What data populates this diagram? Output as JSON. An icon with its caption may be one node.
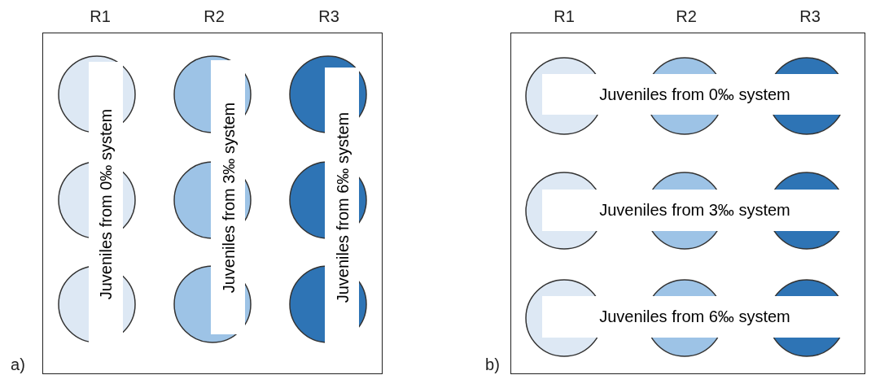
{
  "diagram": {
    "nodes": [
      {
        "text": [],
        "shape": "box"
      },
      {
        "text": [
          "Juveniles from 0‰ system"
        ],
        "in": 0
      },
      {
        "text": [
          "Juveniles from 3‰ system"
        ],
        "in": 0
      },
      {
        "text": [
          "Juveniles from 6‰ system"
        ],
        "in": 0
      },
      {
        "text": [],
        "shape": "box"
      },
      {
        "text": [
          "Juveniles from 0‰ system"
        ],
        "in": 4
      },
      {
        "text": [
          "Juveniles from 3‰ system"
        ],
        "in": 4
      },
      {
        "text": [
          "Juveniles from 6‰ system"
        ],
        "in": 4
      }
    ],
    "labels": [
      "R1",
      "R2",
      "R3",
      "R1",
      "R2",
      "R3",
      "a)",
      "b)"
    ]
  }
}
